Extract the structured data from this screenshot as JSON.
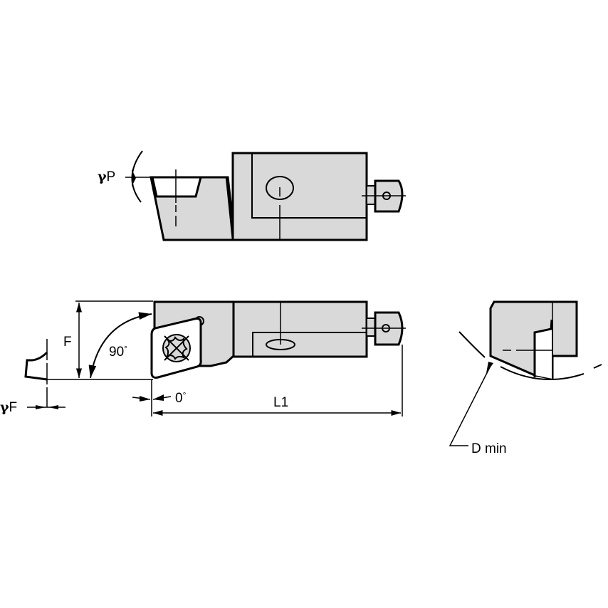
{
  "drawing": {
    "subject": "Boring bar cartridge / tool holder technical drawing",
    "colors": {
      "body_fill": "#d9d9d9",
      "line": "#000000",
      "background": "#ffffff"
    },
    "views": {
      "top_view": {
        "label_rake_p": "γP"
      },
      "side_view": {
        "label_height": "F",
        "label_lead_angle": "90°",
        "label_rake_f": "γF",
        "label_clearance": "0°",
        "label_length": "L1"
      },
      "end_view": {
        "label_min_bore": "D min"
      }
    }
  },
  "labels": {
    "gamma_p_symbol": "γ",
    "gamma_p_letter": "P",
    "f": "F",
    "ninety": "90",
    "degree": "°",
    "gamma_f_symbol": "γ",
    "gamma_f_letter": "F",
    "zero": "0",
    "l1": "L1",
    "dmin": "D min"
  }
}
